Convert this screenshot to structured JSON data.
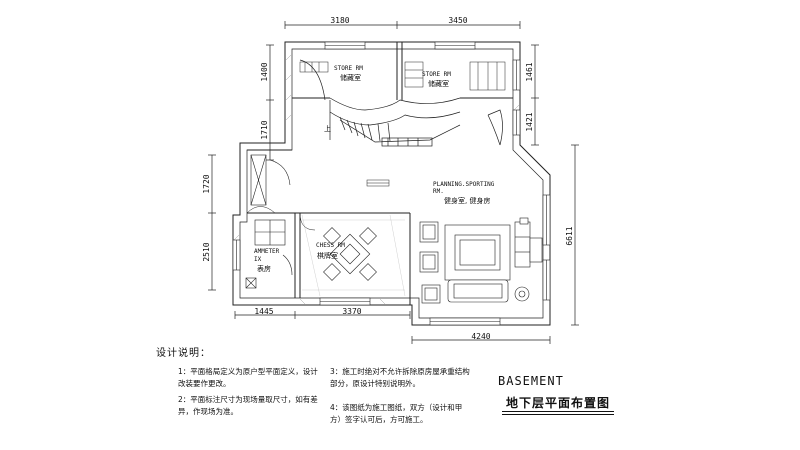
{
  "dimensions": {
    "top_left": "3180",
    "top_right": "3450",
    "left_1": "1400",
    "left_2": "1710",
    "left_3": "1720",
    "left_4": "2510",
    "right_1": "1461",
    "right_2": "1421",
    "right_3": "6611",
    "bottom_1": "1445",
    "bottom_2": "3370",
    "bottom_3": "4240"
  },
  "rooms": {
    "store_left_en": "STORE RM",
    "store_left_cn": "储藏室",
    "store_right_en": "STORE RM",
    "store_right_cn": "储藏室",
    "planning_en_1": "PLANNING.SPORTING",
    "planning_en_2": "RM.",
    "planning_cn": "健身室, 健身房",
    "chess_en": "CHESS RM",
    "chess_cn": "棋牌室",
    "ammeter_en_1": "AMMETER",
    "ammeter_en_2": "IX",
    "ammeter_cn": "表房",
    "stair_label": "上"
  },
  "notes": {
    "title": "设计说明：",
    "items": [
      "1：平面格局定义为原户型平面定义，设计改装要作更改。",
      "2：平面标注尺寸为现场量取尺寸，如有差异，作现场为准。",
      "3：施工时绝对不允许拆除原房屋承重结构部分，原设计特别说明外。",
      "4：该图纸为施工图纸，双方（设计和甲方）签字认可后，方可施工。"
    ]
  },
  "caption": {
    "en": "BASEMENT",
    "cn": "地下层平面布置图"
  }
}
